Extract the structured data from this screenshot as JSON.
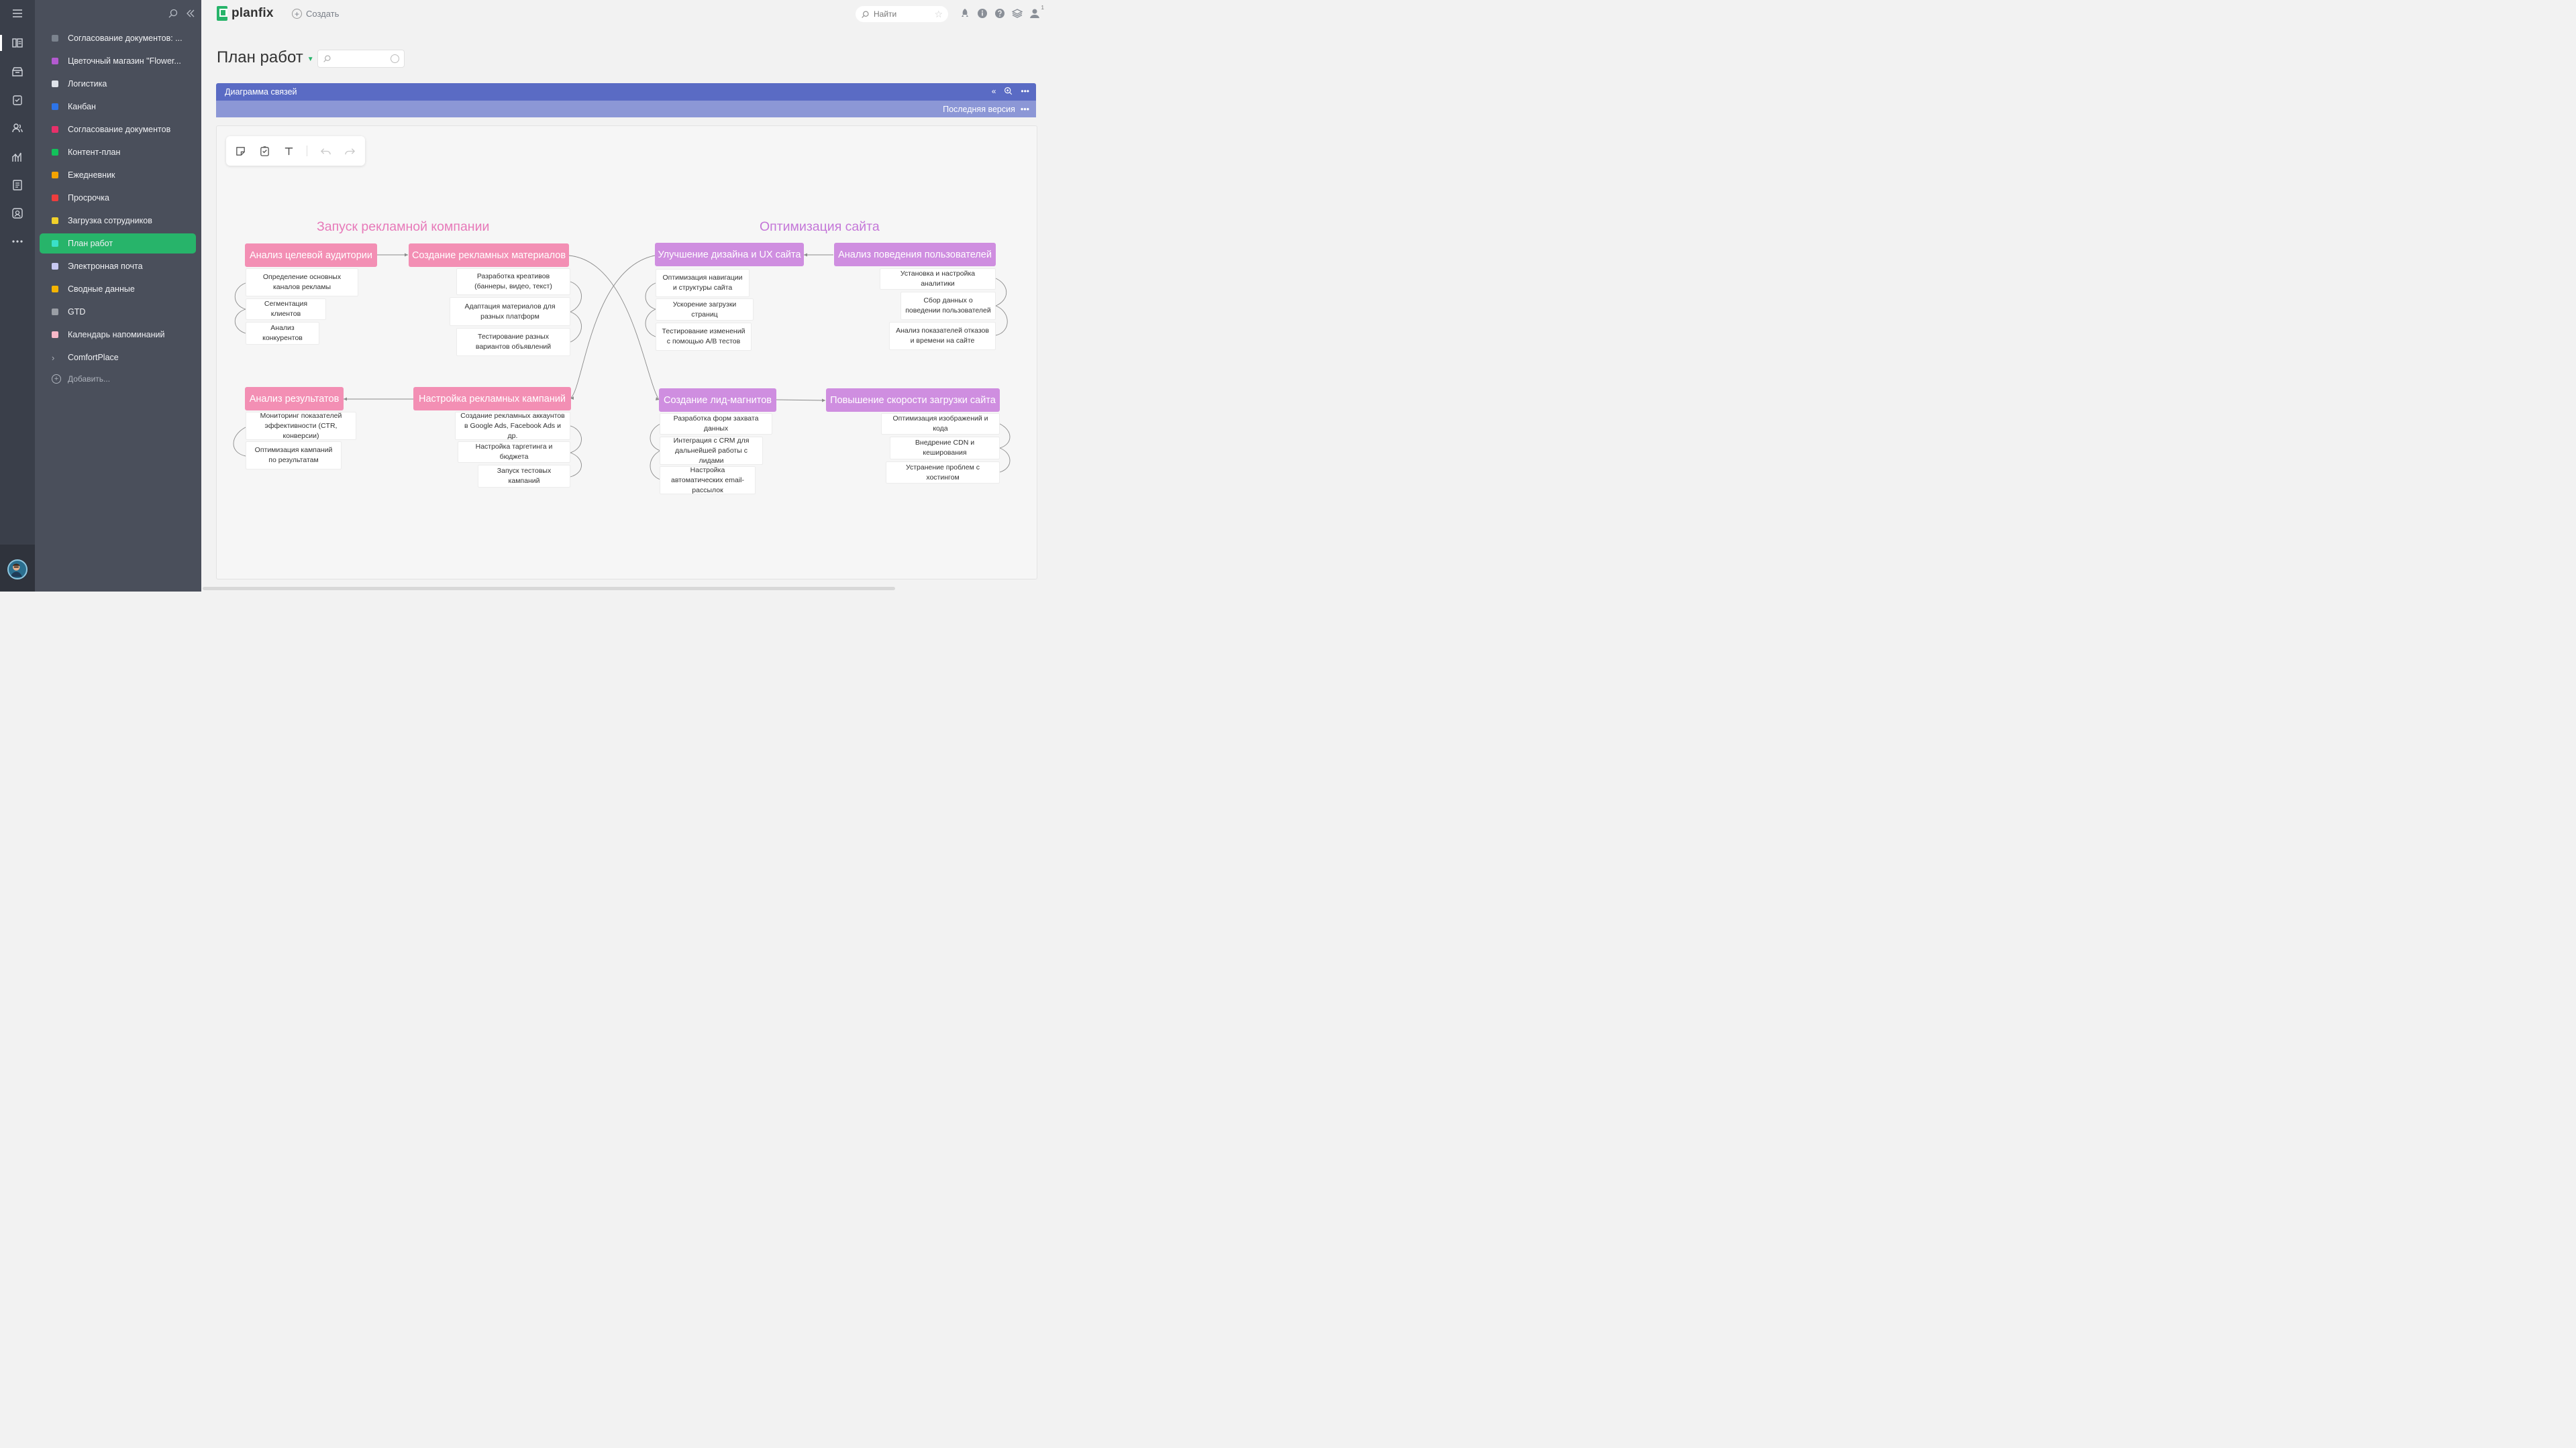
{
  "app": {
    "logo_text": "planfix",
    "create_label": "Создать",
    "search_placeholder": "Найти",
    "notification_count": "1"
  },
  "sidebar": {
    "projects": [
      {
        "label": "Согласование документов: ...",
        "color": "#7b838e"
      },
      {
        "label": "Цветочный магазин \"Flower...",
        "color": "#b35ad0"
      },
      {
        "label": "Логистика",
        "color": "#dfe3ea"
      },
      {
        "label": "Канбан",
        "color": "#2d74e8"
      },
      {
        "label": "Согласование документов",
        "color": "#e8306a"
      },
      {
        "label": "Контент-план",
        "color": "#12c25a"
      },
      {
        "label": "Ежедневник",
        "color": "#f4a300"
      },
      {
        "label": "Просрочка",
        "color": "#ee3d3d"
      },
      {
        "label": "Загрузка сотрудников",
        "color": "#f1d12a"
      },
      {
        "label": "План работ",
        "color": "#3ae0c8",
        "active": true
      },
      {
        "label": "Электронная почта",
        "color": "#c8c9f3"
      },
      {
        "label": "Сводные данные",
        "color": "#f5b400"
      },
      {
        "label": "GTD",
        "color": "#9a9ea5"
      },
      {
        "label": "Календарь напоминаний",
        "color": "#f7b8c8"
      }
    ],
    "group_item": "ComfortPlace",
    "add_label": "Добавить..."
  },
  "page": {
    "title": "План работ"
  },
  "diagram": {
    "header_title": "Диаграмма связей",
    "version_label": "Последняя версия"
  },
  "mindmap": {
    "sections": {
      "ads": "Запуск  рекламной компании",
      "site": "Оптимизация сайта"
    },
    "nodes": {
      "audience": "Анализ целевой аудитории",
      "materials": "Создание рекламных материалов",
      "results": "Анализ результатов",
      "campaign_setup": "Настройка рекламных кампаний",
      "design": "Улучшение дизайна и UX сайта",
      "behavior": "Анализ поведения пользователей",
      "leadmagnets": "Создание лид-магнитов",
      "speed": "Повышение скорости загрузки сайта"
    },
    "cards": {
      "audience": [
        "Определение основных каналов рекламы",
        "Сегментация клиентов",
        "Анализ конкурентов"
      ],
      "materials": [
        "Разработка креативов (баннеры, видео, текст)",
        "Адаптация материалов для разных платформ",
        "Тестирование разных вариантов объявлений"
      ],
      "results": [
        "Мониторинг показателей эффективности (CTR, конверсии)",
        "Оптимизация кампаний по результатам"
      ],
      "campaign_setup": [
        "Создание рекламных аккаунтов в Google Ads, Facebook Ads и др.",
        "Настройка таргетинга и бюджета",
        "Запуск тестовых кампаний"
      ],
      "design": [
        "Оптимизация навигации и структуры сайта",
        "Ускорение загрузки страниц",
        "Тестирование изменений с помощью A/B тестов"
      ],
      "behavior": [
        "Установка и настройка аналитики",
        "Сбор данных о поведении пользователей",
        "Анализ показателей отказов и времени на сайте"
      ],
      "leadmagnets": [
        "Разработка форм захвата данных",
        "Интеграция с CRM для дальнейшей работы с лидами",
        "Настройка автоматических email-рассылок"
      ],
      "speed": [
        "Оптимизация изображений и кода",
        "Внедрение CDN и кеширования",
        "Устранение проблем с хостингом"
      ]
    }
  }
}
